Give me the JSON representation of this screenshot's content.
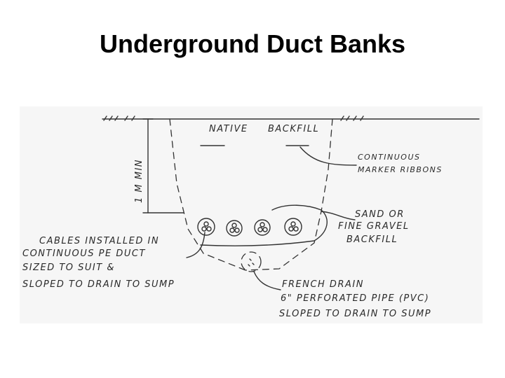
{
  "title": "Underground Duct Banks",
  "labels": {
    "native_backfill_1": "NATIVE",
    "native_backfill_2": "BACKFILL",
    "depth": "1 M MIN",
    "marker_1": "CONTINUOUS",
    "marker_2": "MARKER RIBBONS",
    "sand_1": "SAND OR",
    "sand_2": "FINE GRAVEL",
    "sand_3": "BACKFILL",
    "cables_1": "CABLES INSTALLED IN",
    "cables_2": "CONTINUOUS PE DUCT",
    "cables_3": "SIZED TO SUIT &",
    "cables_4": "SLOPED TO DRAIN TO SUMP",
    "french_1": "FRENCH DRAIN",
    "french_2": "6\" PERFORATED PIPE (PVC)",
    "french_3": "SLOPED TO DRAIN TO SUMP"
  },
  "colors": {
    "ink": "#333333",
    "paper": "#f6f6f6"
  }
}
